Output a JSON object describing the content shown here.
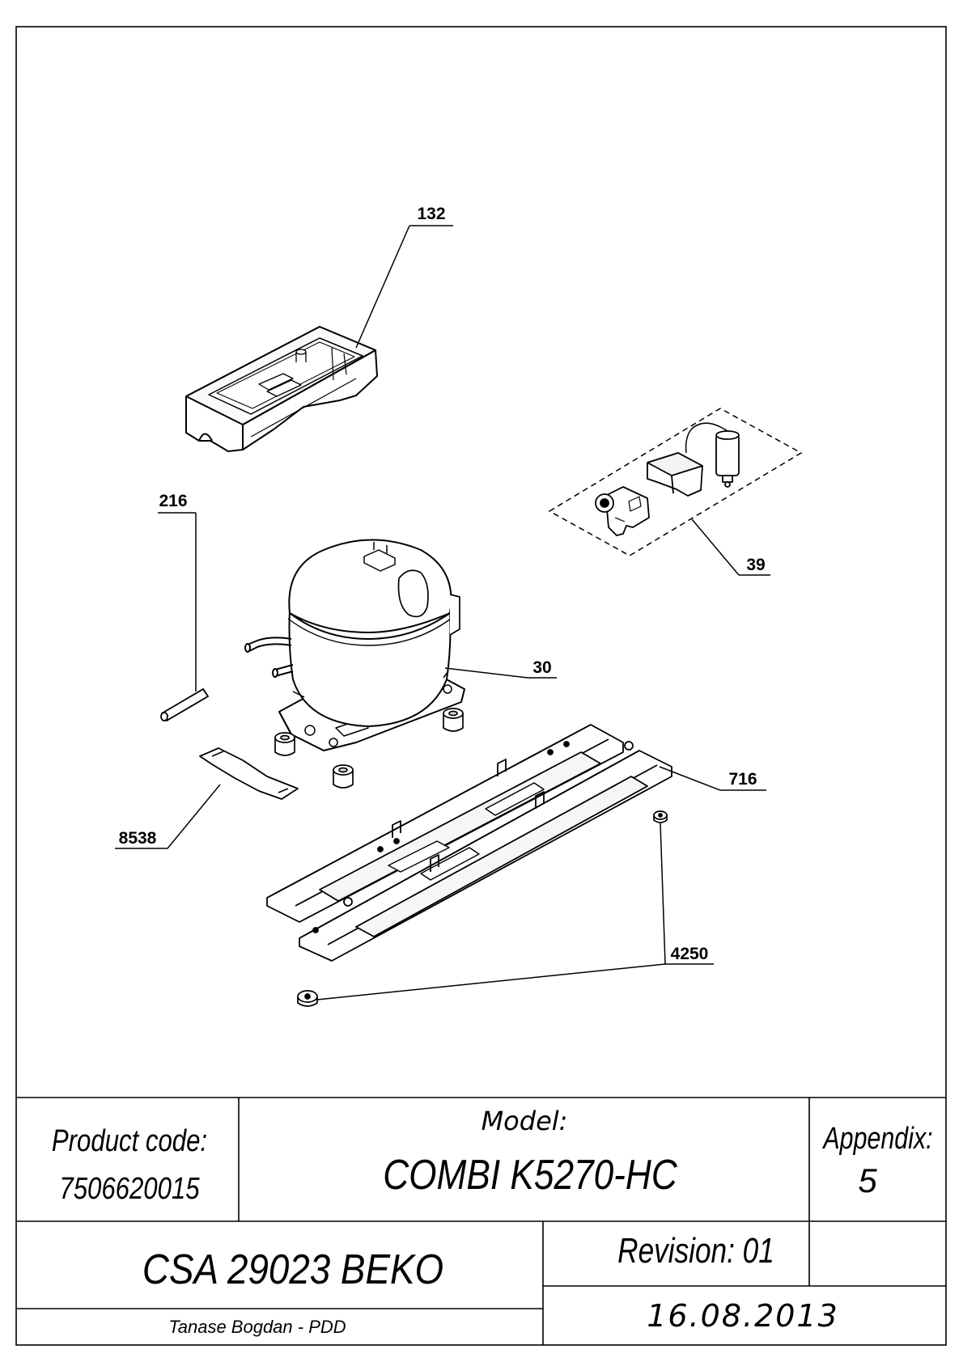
{
  "callouts": {
    "c132": "132",
    "c216": "216",
    "c39": "39",
    "c30": "30",
    "c716": "716",
    "c8538": "8538",
    "c4250": "4250"
  },
  "title_block": {
    "product_code_label": "Product code:",
    "product_code_value": "7506620015",
    "model_label": "Model:",
    "model_value": "COMBI K5270-HC",
    "appendix_label": "Appendix:",
    "appendix_value": "5",
    "drawing_name": "CSA 29023 BEKO",
    "revision": "Revision: 01",
    "author": "Tanase Bogdan - PDD",
    "date": "16.08.2013"
  }
}
